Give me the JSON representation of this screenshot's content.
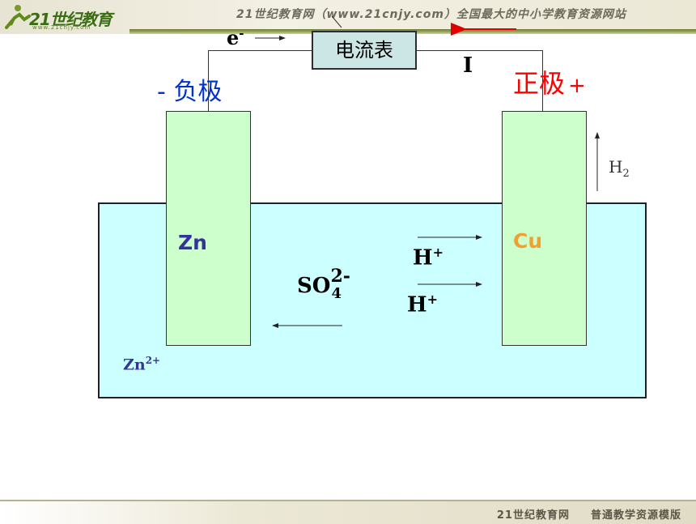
{
  "header": {
    "logo_text": "21世纪教育",
    "logo_url": "www.21cnjy.com",
    "slogan": "21世纪教育网（www.21cnjy.com）全国最大的中小学教育资源网站"
  },
  "footer": {
    "site_name": "21世纪教育网",
    "template_name": "普通教学资源模版"
  },
  "diagram": {
    "ammeter_label": "电流表",
    "electron_label": "e",
    "electron_charge": "-",
    "current_label": "I",
    "negative_sign": "-",
    "negative_electrode_label": "负极",
    "positive_electrode_label": "正极",
    "positive_sign": "+",
    "anode_label": "Zn",
    "cathode_label": "Cu",
    "hydrogen_label": "H",
    "hydrogen_subscript": "2",
    "hydrogen_ion_1": "H",
    "hydrogen_ion_2": "H",
    "hydrogen_ion_charge": "+",
    "sulfate_label": "SO",
    "sulfate_subscript": "4",
    "sulfate_charge": "2-",
    "zinc_ion_label": "Zn",
    "zinc_ion_charge": "2+",
    "colors": {
      "solution": "#ccffff",
      "electrode": "#ccffcc",
      "ammeter": "#cce6e6",
      "negative": "#0033cc",
      "positive": "#ff0000",
      "zinc_text": "#333399",
      "copper_text": "#f0a030",
      "current_arrow": "#e00000"
    }
  }
}
